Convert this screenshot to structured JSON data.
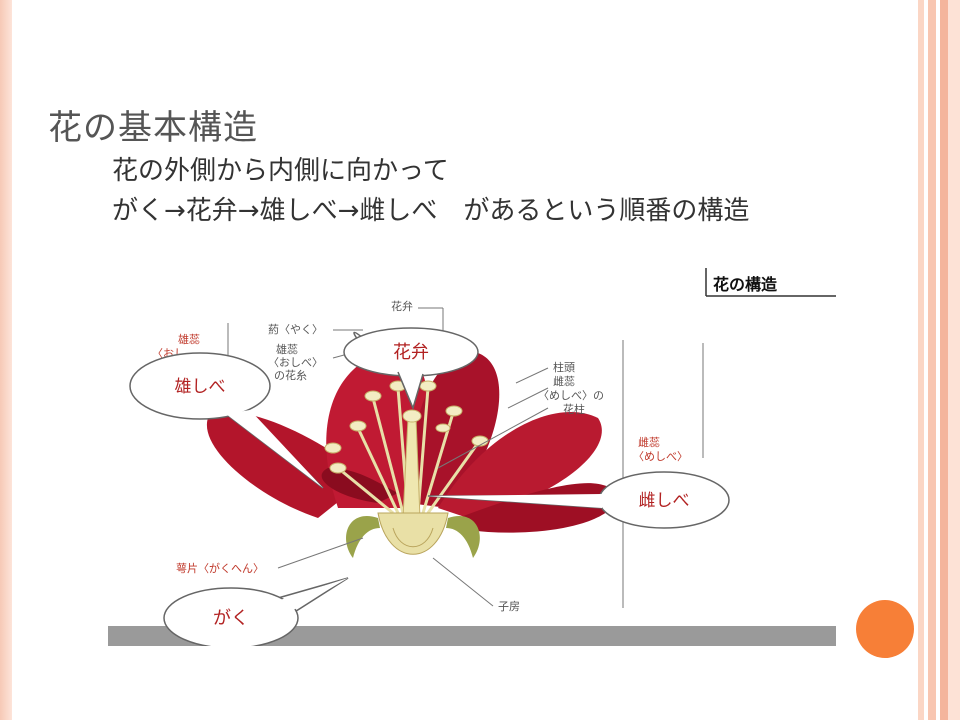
{
  "slide": {
    "title": "花の基本構造",
    "subtitle_line1": "花の外側から内側に向かって",
    "subtitle_line2": "がく→花弁→雄しべ→雌しべ　があるという順番の構造"
  },
  "diagram": {
    "caption": "花の構造",
    "labels": {
      "petal": "花弁",
      "anther": "葯〈やく〉",
      "stamen_top": "雄蕊",
      "stamen_left_1": "雄蕊",
      "stamen_left_2": "〈おし",
      "stamen_mid": "〈おしべ〉",
      "filament": "の花糸",
      "stigma": "柱頭",
      "pistil_1": "雌蕊",
      "pistil_2": "〈めしべ〉の",
      "style": "花柱",
      "pistil_right_1": "雌蕊",
      "pistil_right_2": "〈めしべ〉",
      "sepal": "萼片〈がくへん〉",
      "ovary": "子房"
    },
    "callouts": {
      "petal": "花弁",
      "stamen": "雄しべ",
      "pistil": "雌しべ",
      "sepal": "がく"
    }
  },
  "colors": {
    "petal_red": "#b3152b",
    "callout_text": "#b22222",
    "accent_orange": "#f77f37"
  }
}
